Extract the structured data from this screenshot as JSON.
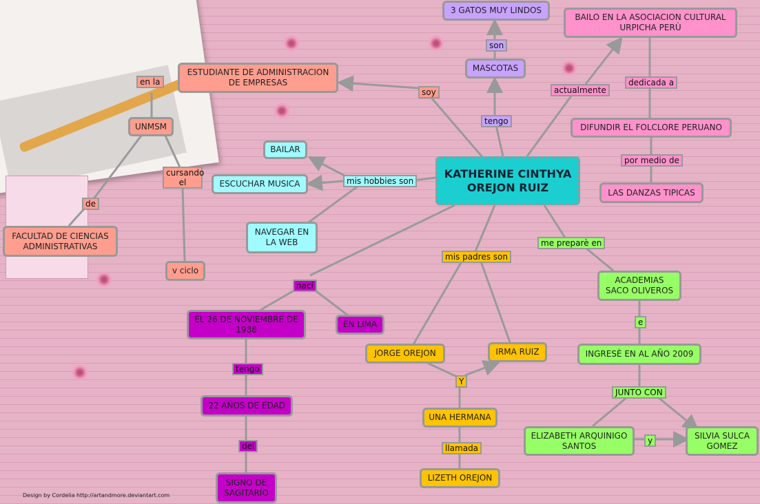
{
  "center": "KATHERINE CINTHYA OREJON RUIZ",
  "nodes": {
    "estudiante": "ESTUDIANTE DE ADMINISTRACION DE EMPRESAS",
    "unmsm": "UNMSM",
    "facultad": "FACULTAD DE CIENCIAS ADMINISTRATIVAS",
    "vciclo": "v ciclo",
    "bailar": "BAILAR",
    "escuchar": "ESCUCHAR MUSICA",
    "navegar": "NAVEGAR EN LA WEB",
    "gatos": "3 GATOS MUY LINDOS",
    "mascotas": "MASCOTAS",
    "bailo": "BAILO EN LA ASOCIACION CULTURAL URPICHA PERÙ",
    "difundir": "DIFUNDIR EL FOLCLORE PERUANO",
    "danzas": "LAS DANZAS TIPICAS",
    "noviembre": "EL 26 DE NOVIEMBRE DE 1988",
    "lima": "EN LIMA",
    "edad": "22 AÑOS DE EDAD",
    "signo": "SIGNO DE SAGITARIO",
    "jorge": "JORGE OREJON",
    "irma": "IRMA RUIZ",
    "hermana": "UNA HERMANA",
    "lizeth": "LIZETH OREJON",
    "academias": "ACADEMIAS SACO OLIVEROS",
    "ingrese": "INGRESÈ EN AL AÑO 2009",
    "elizabeth": "ELIZABETH ARQUINIGO SANTOS",
    "silvia": "SILVIA SULCA GOMEZ"
  },
  "links": {
    "en_la": "en la",
    "de": "de",
    "cursando": "cursando el",
    "soy": "soy",
    "hobbies": "mis hobbies son",
    "son": "son",
    "tengo1": "tengo",
    "actualmente": "actualmente",
    "dedicada": "dedicada a",
    "por_medio": "por medio de",
    "naci": "nací",
    "tengo2": "tengo",
    "del": "del",
    "padres": "mis padres son",
    "y1": "Y",
    "llamada": "llamada",
    "prepare": "me preparè en",
    "e": "e",
    "junto": "JUNTO CON",
    "y2": "y"
  },
  "credit": "Design by Cordelia http://artandmore.deviantart.com"
}
